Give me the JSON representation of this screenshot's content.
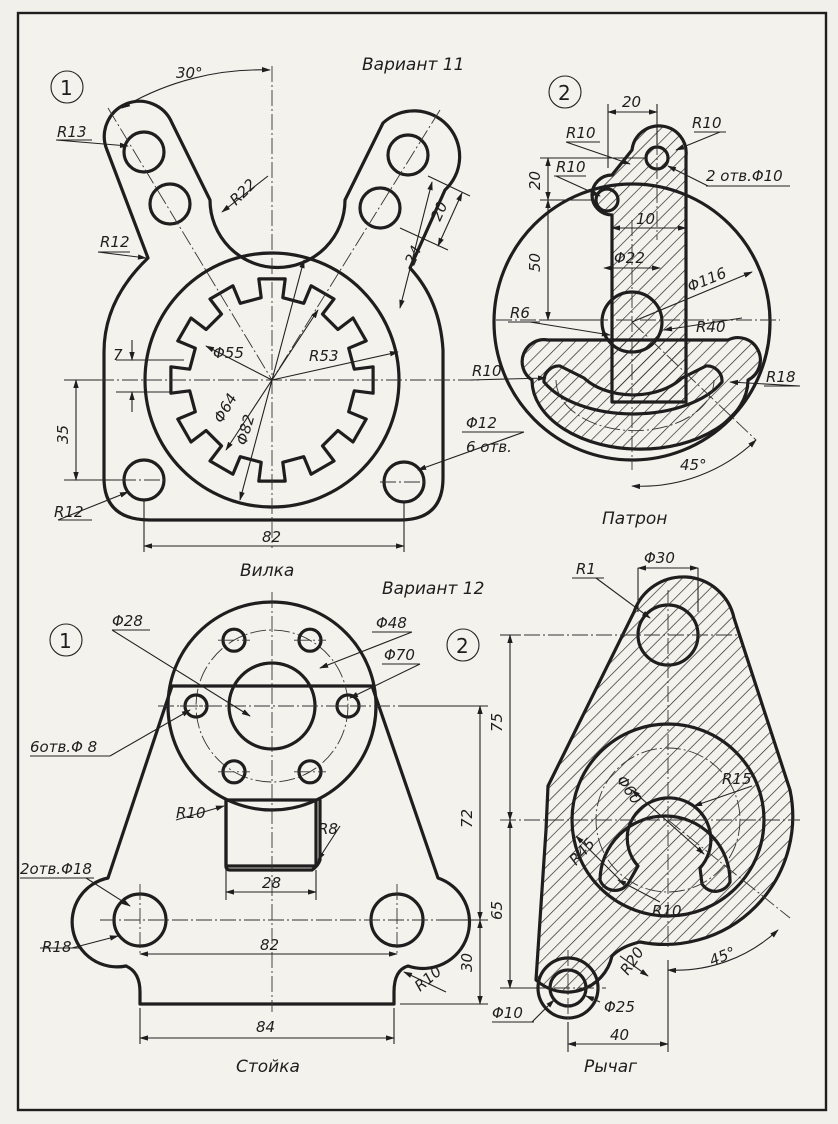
{
  "variants": {
    "v11": "Вариант 11",
    "v12": "Вариант 12"
  },
  "parts": {
    "vilka": {
      "number": "1",
      "title": "Вилка",
      "dims": {
        "angle": "30°",
        "r13": "R13",
        "r22": "R22",
        "r12a": "R12",
        "d20": "20",
        "d24": "24",
        "d7": "7",
        "d55": "Φ55",
        "r53": "R53",
        "d64": "Φ64",
        "d82c": "Φ82",
        "d35": "35",
        "d12": "Φ12",
        "holes": "6 отв.",
        "r12b": "R12",
        "w82": "82"
      }
    },
    "patron": {
      "number": "2",
      "title": "Патрон",
      "dims": {
        "d20": "20",
        "r10a": "R10",
        "r10b": "R10",
        "r10c": "R10",
        "holes": "2 отв.Φ10",
        "v20": "20",
        "h10": "10",
        "v50": "50",
        "d22": "Φ22",
        "d116": "Φ116",
        "r6": "R6",
        "r40": "R40",
        "r10d": "R10",
        "r18": "R18",
        "angle": "45°"
      }
    },
    "stoyka": {
      "number": "1",
      "title": "Стойка",
      "dims": {
        "d28": "Φ28",
        "d48": "Φ48",
        "d70": "Φ70",
        "holes8": "6отв.Φ 8",
        "r10a": "R10",
        "r8": "R8",
        "holes18": "2отв.Φ18",
        "w28": "28",
        "r18": "R18",
        "w82": "82",
        "r10b": "R10",
        "w84": "84",
        "h72": "72",
        "h30": "30"
      }
    },
    "rychag": {
      "number": "2",
      "title": "Рычаг",
      "dims": {
        "d30": "Φ30",
        "r1": "R1",
        "h75": "75",
        "d60": "Φ60",
        "r15": "R15",
        "r45": "R45",
        "r10": "R10",
        "h65": "65",
        "angle": "45°",
        "r20": "R20",
        "d25": "Φ25",
        "d10": "Φ10",
        "w40": "40"
      }
    }
  }
}
